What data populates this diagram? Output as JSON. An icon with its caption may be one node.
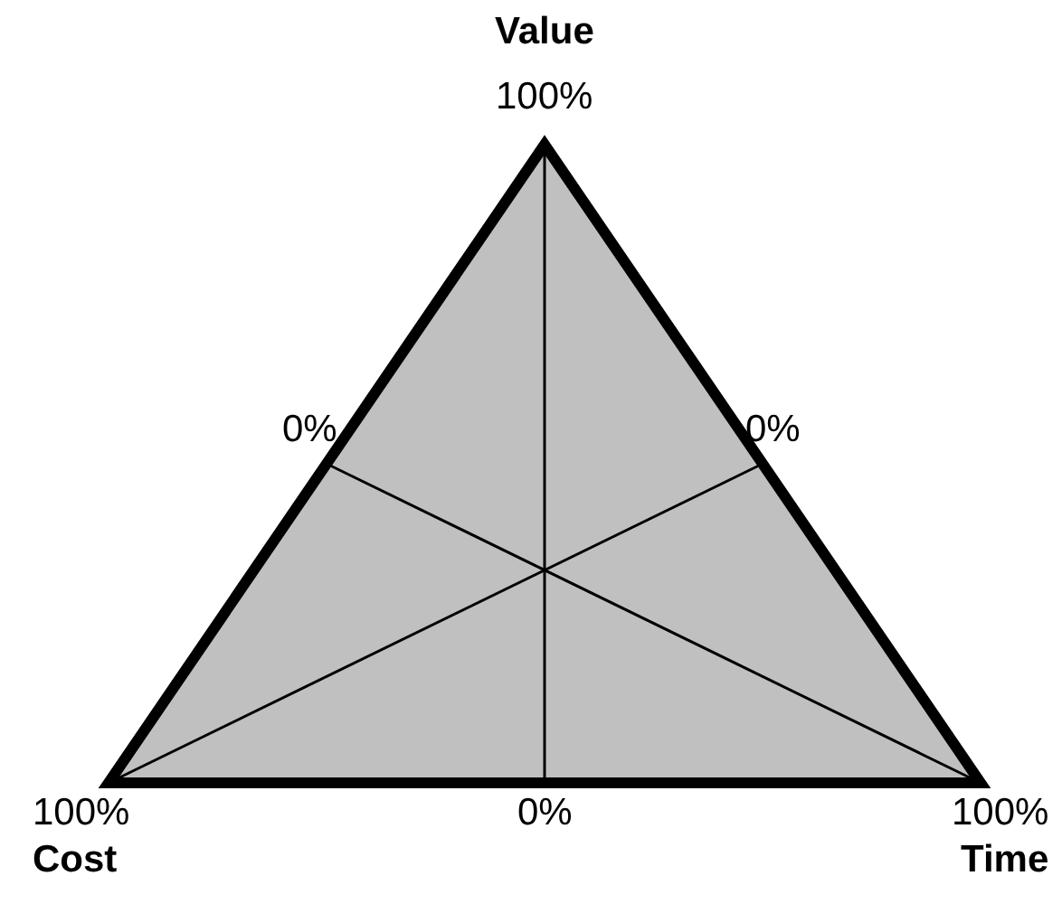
{
  "diagram": {
    "labels": [
      "Value",
      "100%",
      "0%",
      "0%",
      "100%",
      "0%",
      "100%",
      "Cost",
      "Time"
    ]
  }
}
